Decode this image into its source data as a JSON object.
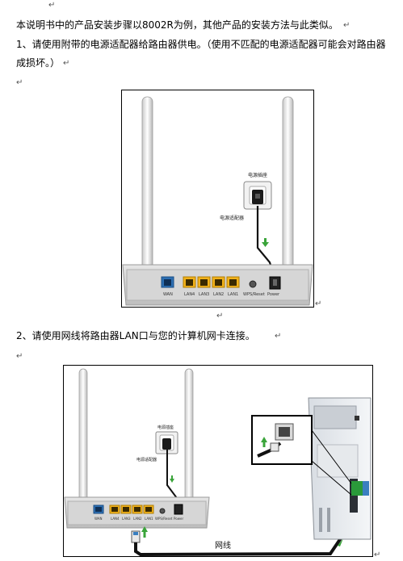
{
  "doc": {
    "mark": "↵",
    "intro": "本说明书中的产品安装步骤以8002R为例，其他产品的安装方法与此类似。",
    "step1_line1": "1、请使用附带的电源适配器给路由器供电。（使用不匹配的电源适配器可能会对路由器",
    "step1_line2": "成损坏。）",
    "step2": "2、请使用网线将路由器LAN口与您的计算机网卡连接。"
  },
  "figure1": {
    "socket_label": "电源插座",
    "adapter_label": "电源适配器",
    "ports": [
      "WAN",
      "LAN4",
      "LAN3",
      "LAN2",
      "LAN1",
      "WPS/Reset",
      "Power"
    ]
  },
  "figure2": {
    "socket_label": "电源插座",
    "adapter_label": "电源适配器",
    "ports": [
      "WAN",
      "LAN4",
      "LAN3",
      "LAN2",
      "LAN1",
      "WPS/Reset",
      "Power"
    ],
    "cable_label": "网线"
  }
}
